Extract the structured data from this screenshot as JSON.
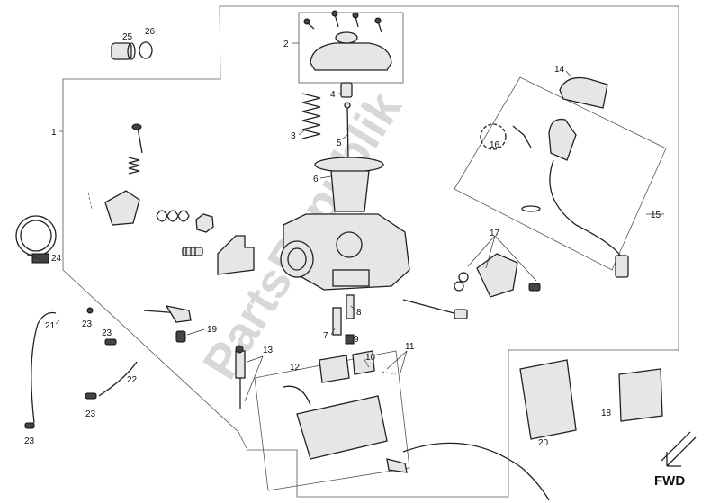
{
  "watermark": "PartsRepublik",
  "direction_label": "FWD",
  "callouts": [
    {
      "id": "c1",
      "text": "1"
    },
    {
      "id": "c2",
      "text": "2"
    },
    {
      "id": "c3",
      "text": "3"
    },
    {
      "id": "c4",
      "text": "4"
    },
    {
      "id": "c5",
      "text": "5"
    },
    {
      "id": "c6",
      "text": "6"
    },
    {
      "id": "c7",
      "text": "7"
    },
    {
      "id": "c8",
      "text": "8"
    },
    {
      "id": "c9",
      "text": "9"
    },
    {
      "id": "c10",
      "text": "10"
    },
    {
      "id": "c11",
      "text": "11"
    },
    {
      "id": "c12",
      "text": "12"
    },
    {
      "id": "c13",
      "text": "13"
    },
    {
      "id": "c14",
      "text": "14"
    },
    {
      "id": "c15",
      "text": "15"
    },
    {
      "id": "c16",
      "text": "16"
    },
    {
      "id": "c17",
      "text": "17"
    },
    {
      "id": "c18",
      "text": "18"
    },
    {
      "id": "c19",
      "text": "19"
    },
    {
      "id": "c20",
      "text": "20"
    },
    {
      "id": "c21",
      "text": "21"
    },
    {
      "id": "c22",
      "text": "22"
    },
    {
      "id": "c23a",
      "text": "23"
    },
    {
      "id": "c23b",
      "text": "23"
    },
    {
      "id": "c23c",
      "text": "23"
    },
    {
      "id": "c23d",
      "text": "23"
    },
    {
      "id": "c24",
      "text": "24"
    },
    {
      "id": "c25",
      "text": "25"
    },
    {
      "id": "c26",
      "text": "26"
    }
  ]
}
